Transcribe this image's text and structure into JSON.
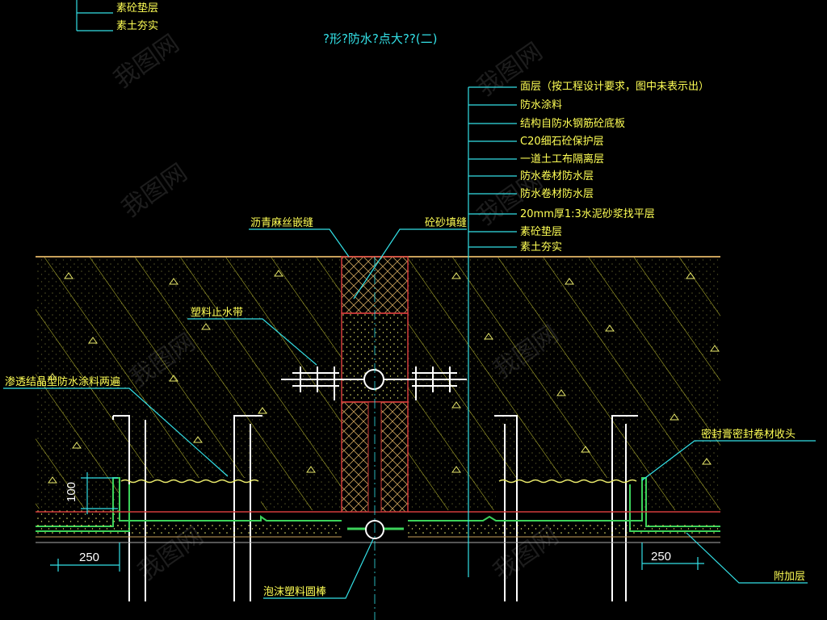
{
  "title": "?形?防水?点大??(二)",
  "top_left_labels": [
    "素砼垫层",
    "素土夯实"
  ],
  "layer_labels": [
    "面层（按工程设计要求，图中未表示出）",
    "防水涂料",
    "结构自防水钢筋砼底板",
    "C20细石砼保护层",
    "一道土工布隔离层",
    "防水卷材防水层",
    "防水卷材防水层",
    "20mm厚1:3水泥砂浆找平层",
    "素砼垫层",
    "素土夯实"
  ],
  "callouts": {
    "asphalt_rope": "沥青麻丝嵌缝",
    "sand_fill": "砼砂填缝",
    "waterstop": "塑料止水带",
    "crystal_coating": "渗透结晶型防水涂料两遍",
    "seal_paste": "密封膏密封卷材收头",
    "foam_rod": "泡沫塑料圆棒",
    "extra_layer": "附加层"
  },
  "dimensions": {
    "height_100": "100",
    "left_250": "250",
    "right_250": "250"
  },
  "colors": {
    "background": "#000000",
    "label_yellow": "#ffff55",
    "leader_cyan": "#33e0e6",
    "slab_line": "#c8a05a",
    "joint_red": "#d23c3c",
    "membrane_green": "#3cd25a",
    "concrete_hatch": "#c8c832",
    "rebar": "#ffffff"
  },
  "watermark": "我图网"
}
